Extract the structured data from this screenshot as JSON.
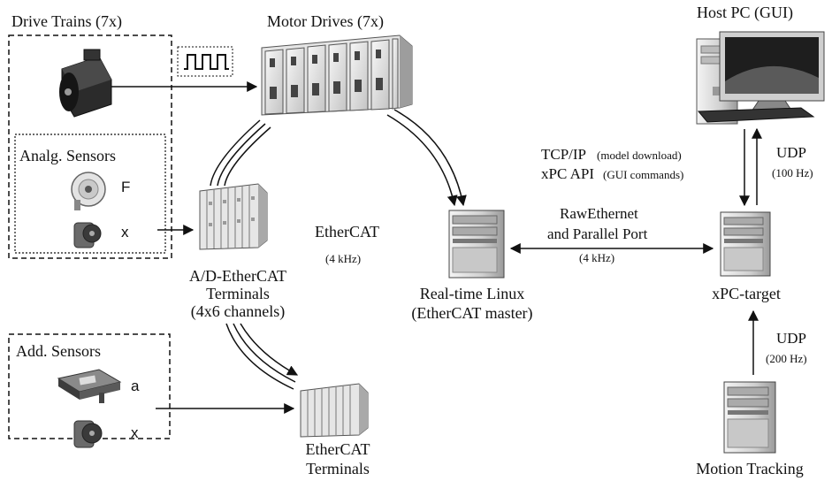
{
  "labels": {
    "drive_trains": "Drive Trains (7x)",
    "motor_drives": "Motor Drives (7x)",
    "host_pc": "Host PC (GUI)",
    "analog_sensors": "Analg. Sensors",
    "sensor_f": "F",
    "sensor_x1": "x",
    "tcpip": "TCP/IP",
    "tcpip_note": "(model download)",
    "xpc_api": "xPC API",
    "xpc_api_note": "(GUI commands)",
    "udp_top": "UDP",
    "udp_top_rate": "(100 Hz)",
    "ethercat": "EtherCAT",
    "ethercat_rate": "(4 kHz)",
    "rawethernet": "RawEthernet",
    "parallel_port": "and  Parallel Port",
    "raw_rate": "(4 kHz)",
    "ad_terminals_1": "A/D-EtherCAT",
    "ad_terminals_2": "Terminals",
    "ad_terminals_3": "(4x6 channels)",
    "rt_linux_1": "Real-time Linux",
    "rt_linux_2": "(EtherCAT master)",
    "xpc_target": "xPC-target",
    "udp_bottom": "UDP",
    "udp_bottom_rate": "(200 Hz)",
    "add_sensors": "Add. Sensors",
    "sensor_a": "a",
    "sensor_x2": "x",
    "ethercat_terminals_1": "EtherCAT",
    "ethercat_terminals_2": "Terminals",
    "motion_tracking": "Motion Tracking"
  },
  "colors": {
    "line": "#111111",
    "device_dark": "#2b2b2b",
    "device_light": "#d9d9d9"
  }
}
